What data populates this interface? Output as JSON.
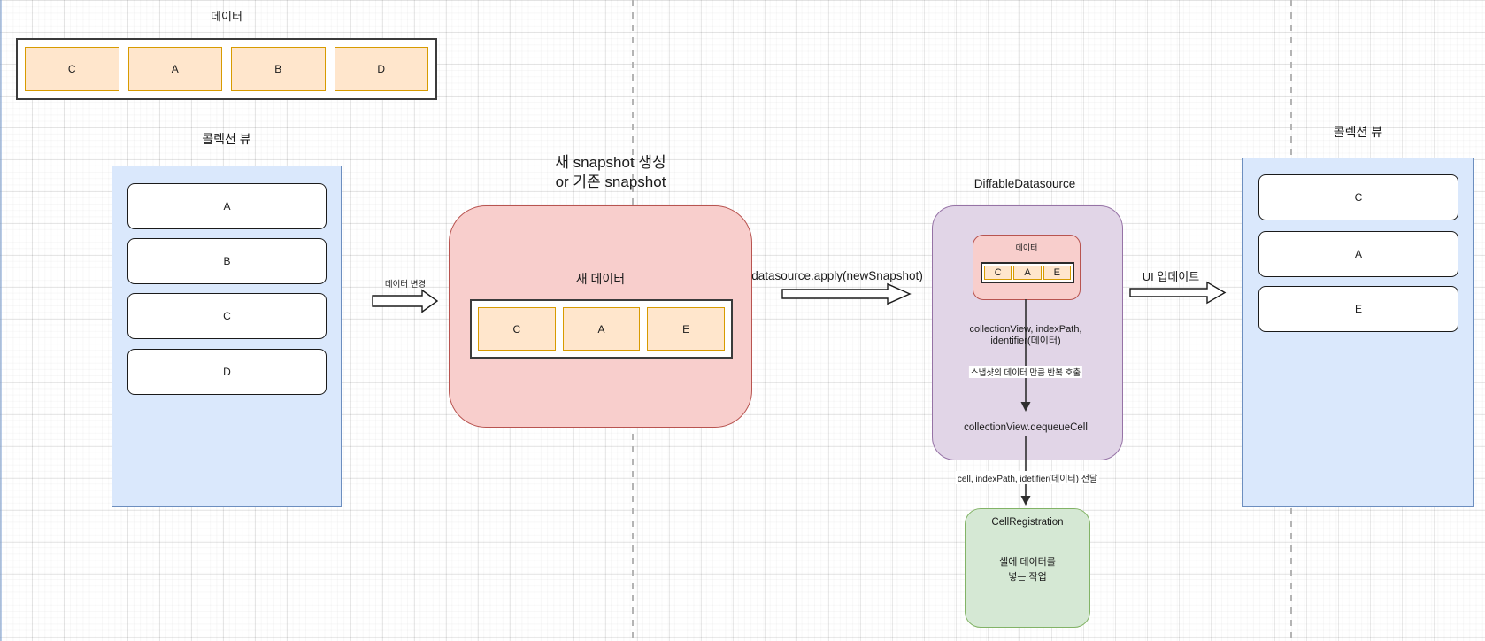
{
  "top_strip": {
    "title": "데이터",
    "cells": [
      "C",
      "A",
      "B",
      "D"
    ]
  },
  "left_collection": {
    "title": "콜렉션 뷰",
    "cells": [
      "A",
      "B",
      "C",
      "D"
    ]
  },
  "arrow_data_change": {
    "label": "데이터 변경"
  },
  "snapshot": {
    "title_line1": "새 snapshot 생성",
    "title_line2": "or 기존 snapshot",
    "inner_title": "새 데이터",
    "cells": [
      "C",
      "A",
      "E"
    ]
  },
  "arrow_apply": {
    "label": "datasource.apply(newSnapshot)"
  },
  "diffable": {
    "title": "DiffableDatasource",
    "data_box": {
      "title": "데이터",
      "cells": [
        "C",
        "A",
        "E"
      ]
    },
    "param_line1": "collectionView, indexPath,",
    "param_line2": "identifier(데이터)",
    "repeat_note": "스냅샷의 데이터 만큼 반복 호출",
    "dequeue_label": "collectionView.dequeueCell"
  },
  "arrow_cell_pass": {
    "label": "cell, indexPath, idetifier(데이터) 전달"
  },
  "cell_registration": {
    "title": "CellRegistration",
    "desc_line1": "셀에 데이터를",
    "desc_line2": "넣는 작업"
  },
  "arrow_ui_update": {
    "label": "UI 업데이트"
  },
  "right_collection": {
    "title": "콜렉션 뷰",
    "cells": [
      "C",
      "A",
      "E"
    ]
  },
  "colors": {
    "orange_fill": "#ffe6cc",
    "orange_stroke": "#d79b00",
    "blue_fill": "#dae8fc",
    "blue_stroke": "#6c8ebf",
    "pink_fill": "#f8cecc",
    "pink_stroke": "#b85450",
    "purple_fill": "#e1d5e7",
    "purple_stroke": "#9673a6",
    "green_fill": "#d5e8d4",
    "green_stroke": "#82b366",
    "grid_major": "#e8e8e8",
    "grid_minor": "#f6f6f6",
    "page_divider": "#b4b4b4"
  }
}
